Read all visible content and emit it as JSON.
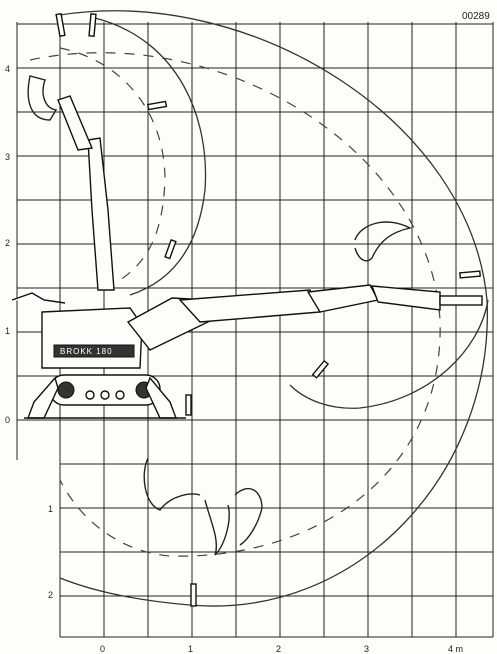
{
  "reference_code": "00289",
  "axes": {
    "x_ticks": [
      "0",
      "1",
      "2",
      "3",
      "4 m"
    ],
    "y_ticks_upper": [
      "4",
      "3",
      "2",
      "1",
      "0"
    ],
    "y_ticks_lower": [
      "1",
      "2"
    ]
  },
  "machine_label": "BROKK 180",
  "colors": {
    "ink": "#222222",
    "paper": "#fdfdfb"
  },
  "icons": [
    "breaker-tool-icon",
    "bucket-tool-icon",
    "crusher-tool-icon",
    "gripper-tool-icon"
  ]
}
